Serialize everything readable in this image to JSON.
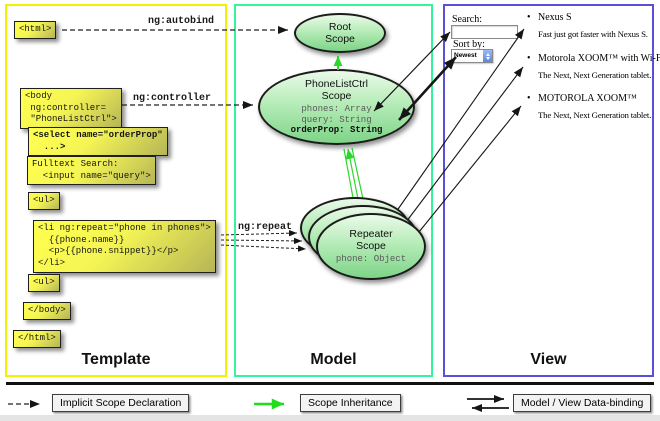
{
  "template_panel": {
    "title": "Template",
    "code": {
      "html_open": "<html>",
      "body_open": "<body\n ng:controller=\n \"PhoneListCtrl\">",
      "select": "<select name=\"orderProp\"\n  ...>",
      "fulltext": "Fulltext Search:\n  <input name=\"query\">",
      "ul_open": "<ul>",
      "li_repeat": "<li ng:repeat=\"phone in phones\">\n  {{phone.name}}\n  <p>{{phone.snippet}}</p>\n</li>",
      "ul_second": "<ul>",
      "body_close": "</body>",
      "html_close": "</html>"
    },
    "directives": {
      "autobind": "ng:autobind",
      "controller": "ng:controller",
      "repeat": "ng:repeat"
    }
  },
  "model_panel": {
    "title": "Model",
    "root_scope": {
      "title": "Root\nScope"
    },
    "phonelist_scope": {
      "title": "PhoneListCtrl\nScope",
      "props": "phones: Array\nquery: String",
      "prop_bold": "orderProp: String"
    },
    "repeater_scope": {
      "title": "Repeater\nScope",
      "prop": "phone: Object"
    }
  },
  "view_panel": {
    "title": "View",
    "search_label": "Search:",
    "search_value": "",
    "sort_label": "Sort by:",
    "sort_selected": "Newest",
    "bullet": "•",
    "items": [
      {
        "name": "Nexus S",
        "desc": "Fast just got faster with Nexus S."
      },
      {
        "name": "Motorola XOOM™ with Wi-Fi",
        "desc": "The Next, Next Generation tablet."
      },
      {
        "name": "MOTOROLA XOOM™",
        "desc": "The Next, Next Generation tablet."
      }
    ]
  },
  "legend": {
    "implicit_label": "Implicit Scope Declaration",
    "inheritance_label": "Scope Inheritance",
    "databinding_label": "Model / View Data-binding"
  },
  "colors": {
    "template_border": "#f2f200",
    "model_border": "#34f49e",
    "view_border": "#5a4fd8",
    "codebox_yellow": "#ffff4f",
    "scope_green": "#7ed488",
    "inheritance_arrow_green": "#2bd82b",
    "arrow_black": "#161616"
  }
}
